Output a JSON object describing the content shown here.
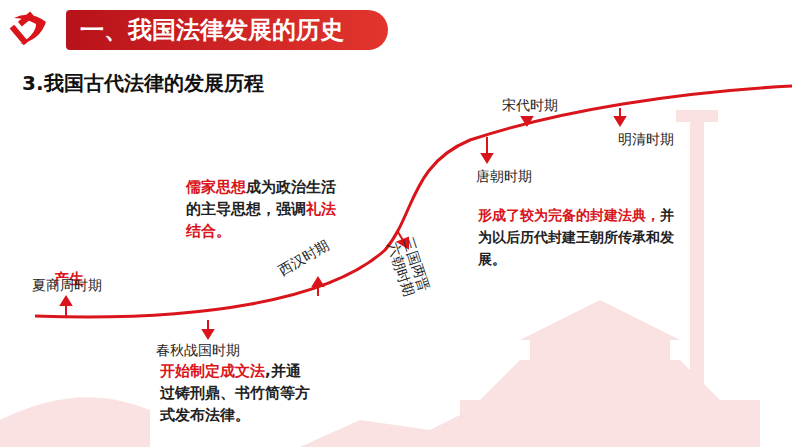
{
  "diagram": {
    "title": "一、我国法律发展的历史",
    "labels": [
      "3.我国古代法律的发展历程",
      "产生",
      "夏商周时期",
      "春秋战国时期",
      "开始制定成文法",
      ",并通过铸刑鼎、书竹简等方式发布法律。",
      "西汉时期",
      "儒家思想",
      "成为政治生活的主导思想，强调",
      "礼法结合。",
      "三国两晋六朝时期",
      "唐朝时期",
      "形成了较为完备的封建法典，",
      "并为以后历代封建王朝所传承和发展。",
      "宋代时期",
      "明清时期"
    ]
  }
}
